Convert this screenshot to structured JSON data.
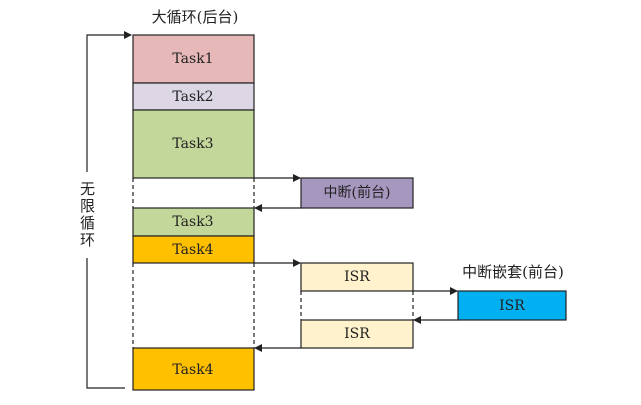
{
  "title": "大循环(后台)",
  "loop_label": "无限循环",
  "tasks": [
    {
      "label": "Task1",
      "color": "#e6b8b7"
    },
    {
      "label": "Task2",
      "color": "#dcd6e5"
    },
    {
      "label": "Task3",
      "color": "#c4d79b"
    },
    {
      "label": "Task3",
      "color": "#c4d79b"
    },
    {
      "label": "Task4",
      "color": "#ffc000"
    },
    {
      "label": "Task4",
      "color": "#ffc000"
    }
  ],
  "interrupt": {
    "label": "中断(前台)",
    "color": "#a697bf"
  },
  "isr": [
    {
      "label": "ISR",
      "color": "#fff2cc"
    },
    {
      "label": "ISR",
      "color": "#fff2cc"
    }
  ],
  "nested": {
    "title": "中断嵌套(前台)",
    "label": "ISR",
    "color": "#00b0f0"
  }
}
